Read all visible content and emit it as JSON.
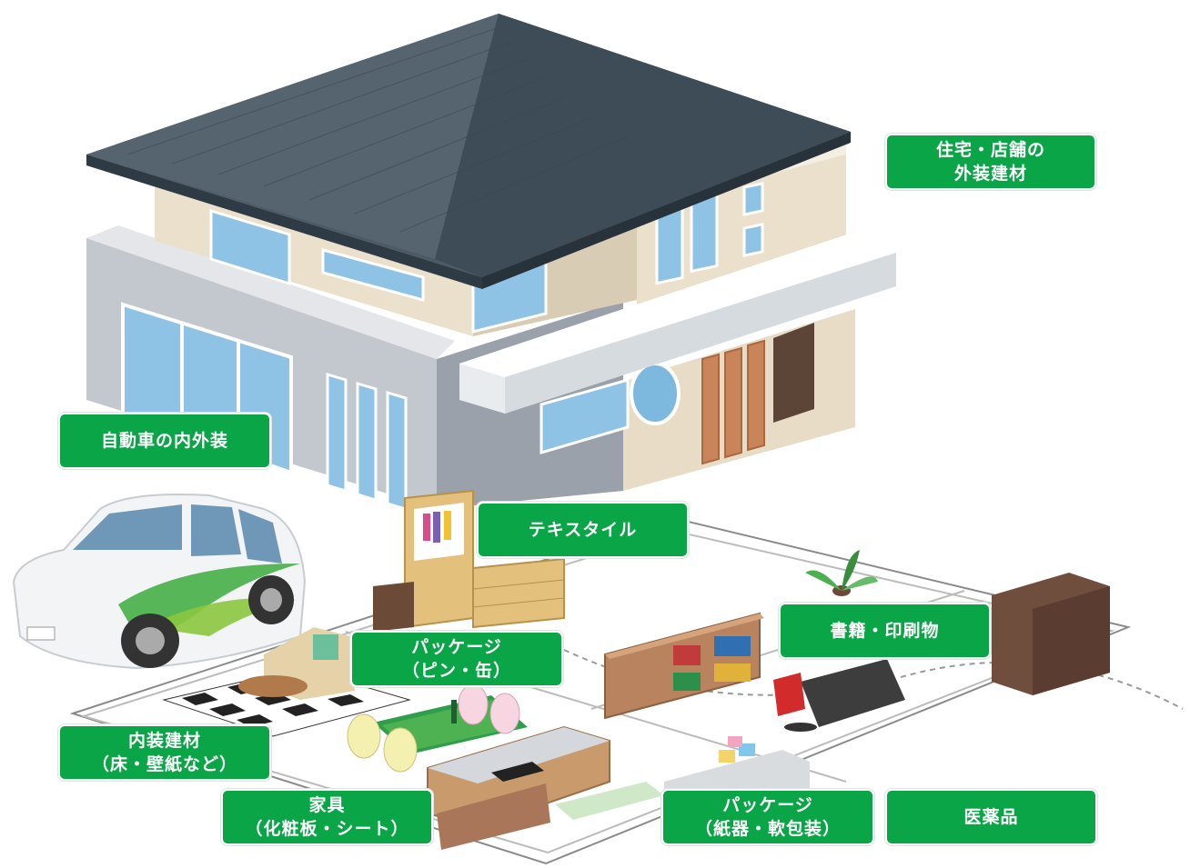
{
  "labels": {
    "exterior": {
      "line1": "住宅・店舗の",
      "line2": "外装建材"
    },
    "automotive": {
      "line1": "自動車の内外装"
    },
    "textile": {
      "line1": "テキスタイル"
    },
    "books": {
      "line1": "書籍・印刷物"
    },
    "package_can": {
      "line1": "パッケージ",
      "line2": "（ピン・缶）"
    },
    "interior": {
      "line1": "内装建材",
      "line2": "（床・壁紙など）"
    },
    "furniture": {
      "line1": "家具",
      "line2": "（化粧板・シート）"
    },
    "package_paper": {
      "line1": "パッケージ",
      "line2": "（紙器・軟包装）"
    },
    "pharma": {
      "line1": "医薬品"
    }
  },
  "colors": {
    "label_green": "#0aa547",
    "roof": "#4a5a66",
    "wall_beige": "#ebe0cc",
    "wall_gray": "#b9bec6",
    "window": "#7db8df"
  }
}
